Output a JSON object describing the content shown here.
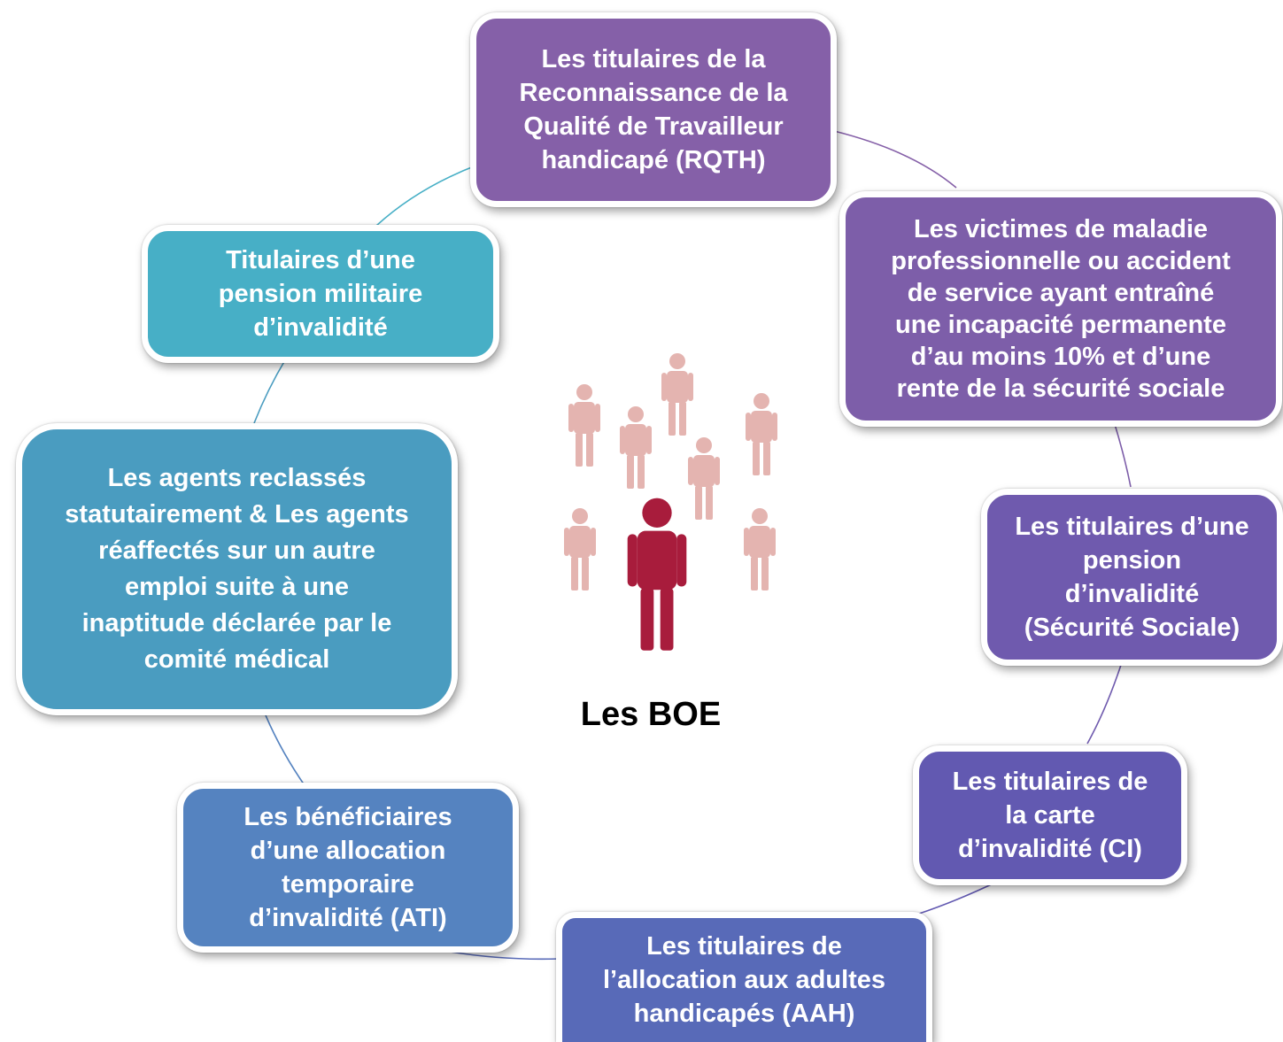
{
  "center": {
    "title": "Les BOE"
  },
  "nodes": [
    {
      "id": "rqth",
      "color": "#8560A8",
      "lines": [
        "Les titulaires de la",
        "Reconnaissance de la",
        "Qualité de Travailleur",
        "handicapé (RQTH)"
      ]
    },
    {
      "id": "maladie-pro",
      "color": "#7D5EA9",
      "lines": [
        "Les victimes de maladie",
        "professionnelle ou accident",
        "de service ayant entraîné",
        "une incapacité permanente",
        "d’au moins 10% et d’une",
        "rente de la sécurité sociale"
      ]
    },
    {
      "id": "pension-invalidite-ss",
      "color": "#6F5AAE",
      "lines": [
        "Les titulaires d’une",
        "pension",
        "d’invalidité",
        "(Sécurité Sociale)"
      ]
    },
    {
      "id": "carte-invalidite",
      "color": "#6259B1",
      "lines": [
        "Les  titulaires de",
        "la carte",
        "d’invalidité (CI)"
      ]
    },
    {
      "id": "aah",
      "color": "#586AB8",
      "lines": [
        "Les titulaires de",
        "l’allocation aux adultes",
        "handicapés (AAH)"
      ]
    },
    {
      "id": "ati",
      "color": "#5583C0",
      "lines": [
        "Les bénéficiaires",
        "d’une allocation",
        "temporaire",
        "d’invalidité (ATI)"
      ]
    },
    {
      "id": "agents-reclasses",
      "color": "#4A9CC0",
      "lines": [
        "Les agents reclassés",
        "statutairement & Les agents",
        "réaffectés sur un autre",
        "emploi suite à une",
        "inaptitude déclarée par le",
        "comité médical"
      ]
    },
    {
      "id": "pension-militaire",
      "color": "#47AFC6",
      "lines": [
        "Titulaires d’une",
        "pension militaire",
        "d’invalidité"
      ]
    }
  ]
}
